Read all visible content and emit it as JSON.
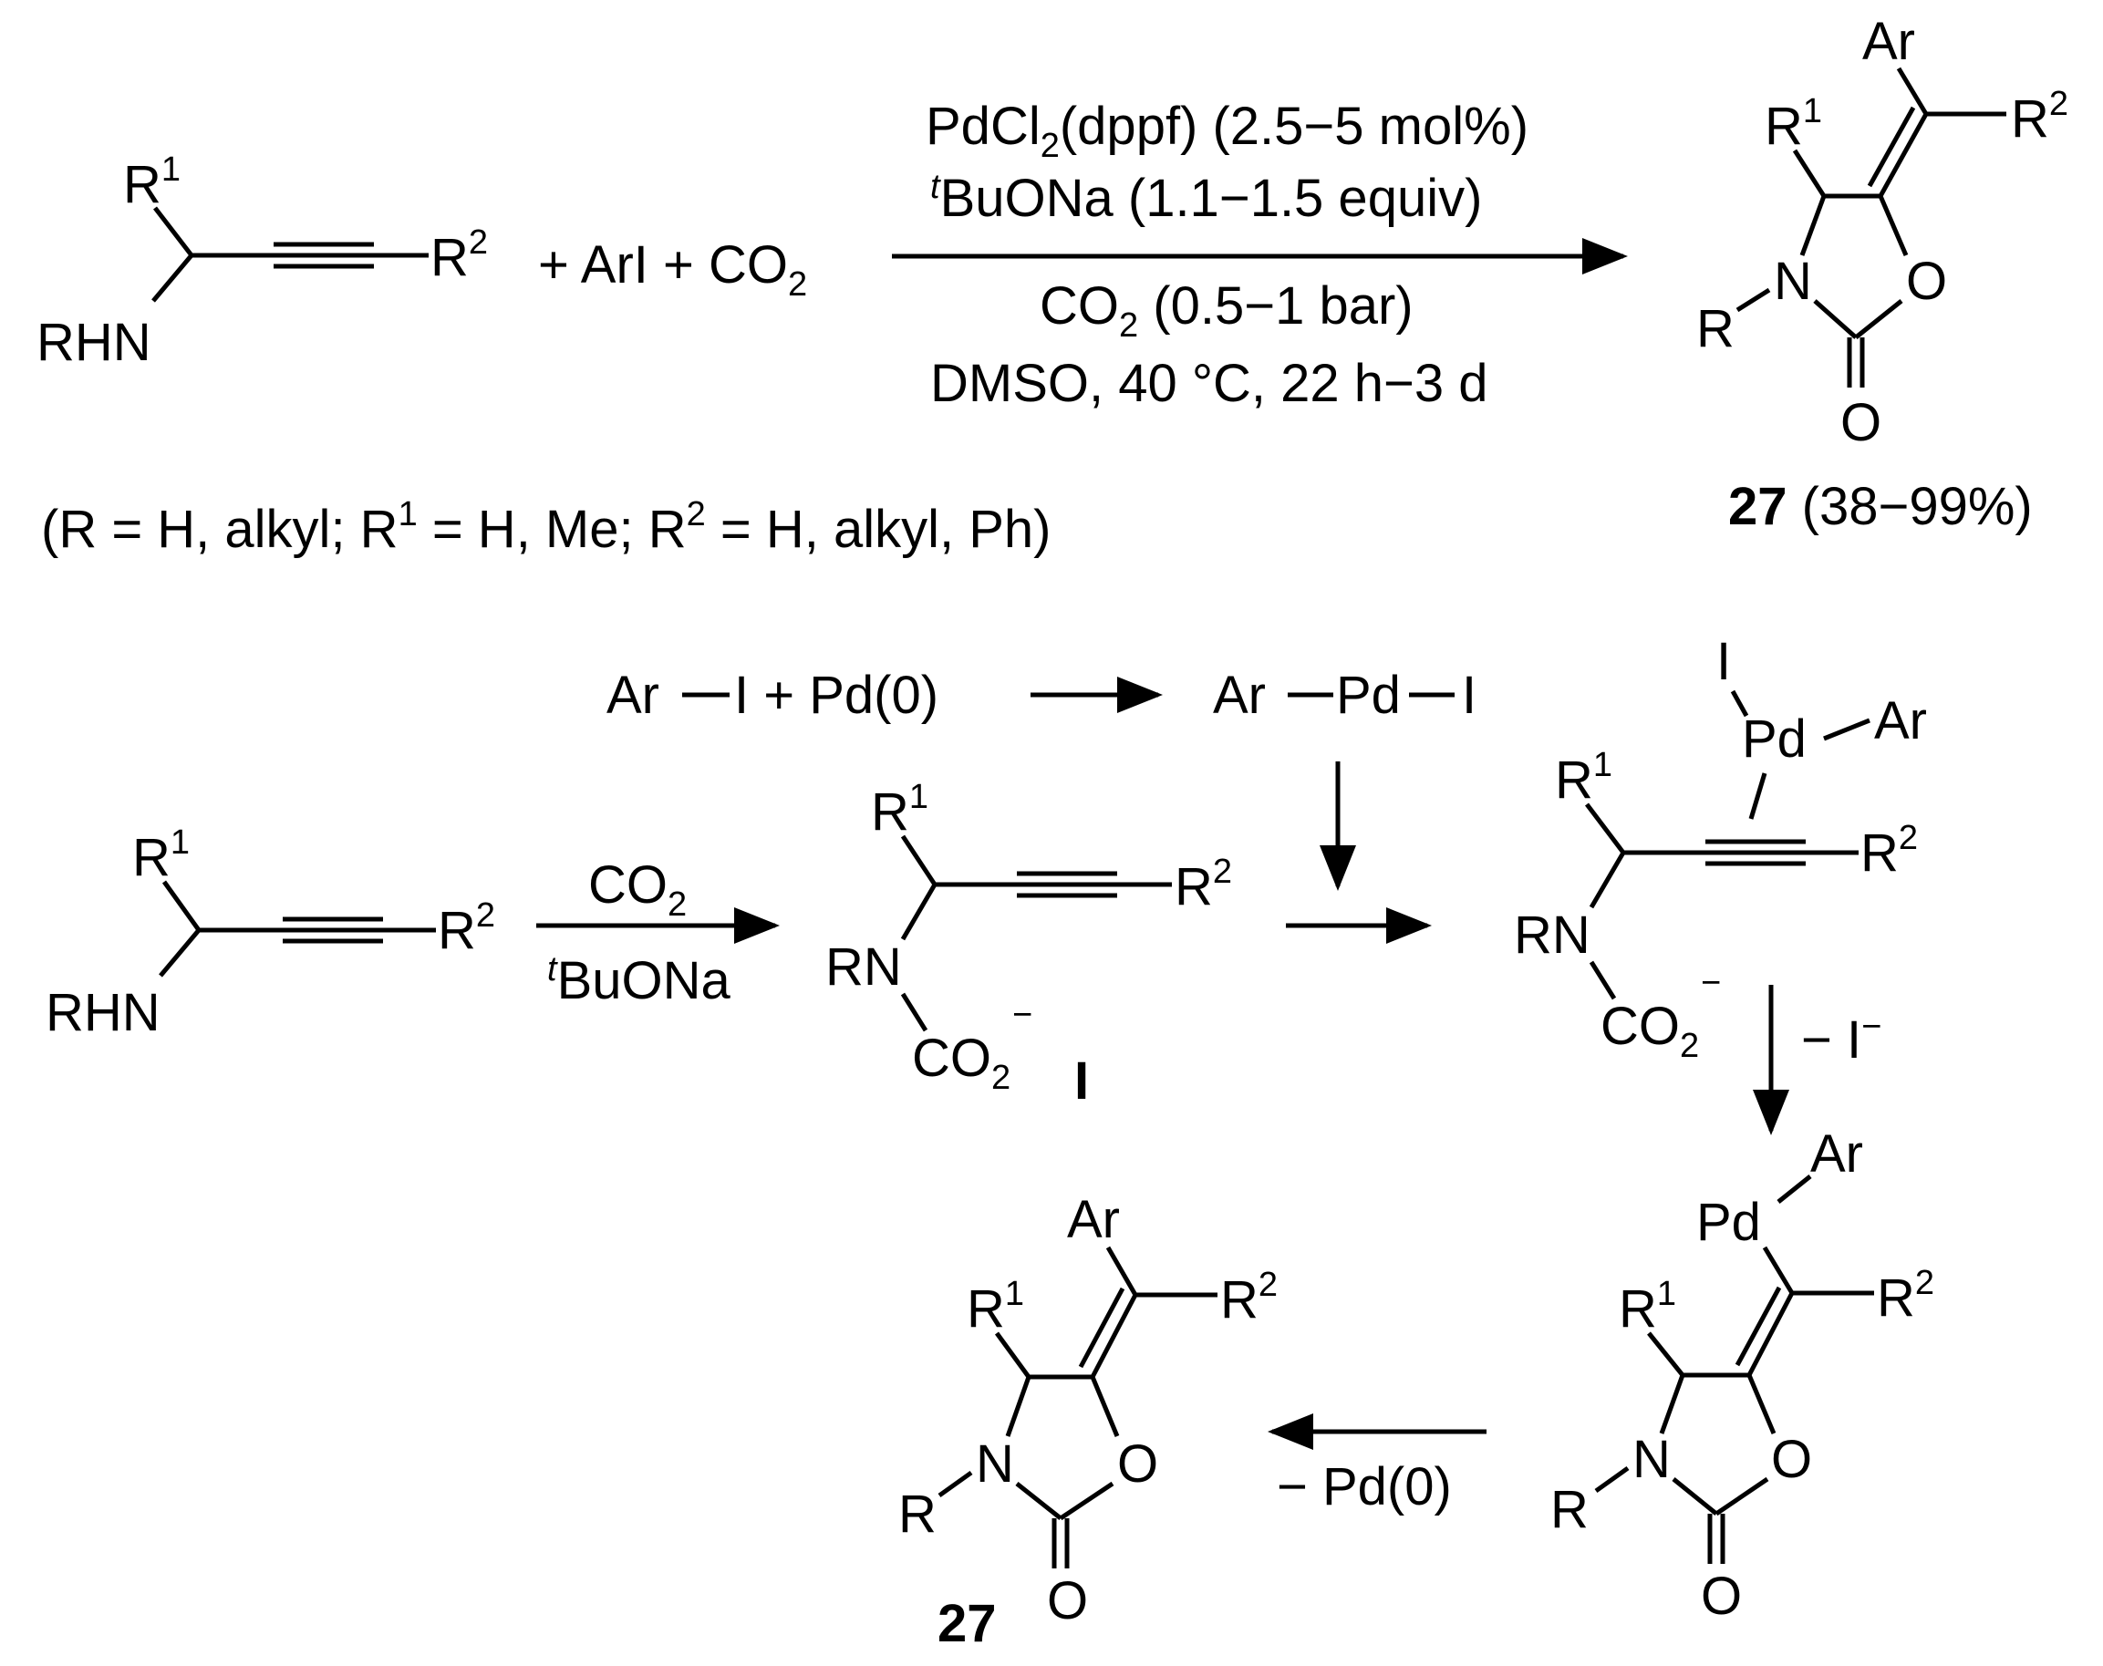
{
  "atoms": {
    "R": "R",
    "R1": "R",
    "R2": "R",
    "sup1": "1",
    "sup2": "2",
    "RHN": "RHN",
    "RN": "RN",
    "N": "N",
    "O": "O",
    "Ar": "Ar",
    "Pd": "Pd",
    "I": "I",
    "CO2": "CO",
    "sub2": "2",
    "minus": "−"
  },
  "reaction": {
    "reagents_top": "+ ArI + CO",
    "cond1_pre": "PdCl",
    "cond1_mid": "(dppf) (2.5−5 mol%)",
    "cond2_sup": "t",
    "cond2": "BuONa (1.1−1.5 equiv)",
    "cond3_pre": "CO",
    "cond3_post": " (0.5−1 bar)",
    "cond4": "DMSO, 40 °C, 22 h−3 d",
    "scope_a": "(R = H, alkyl; R",
    "scope_b": " = H, Me; R",
    "scope_c": " = H, alkyl, Ph)",
    "product_label": "27",
    "product_yield": " (38−99%)"
  },
  "mechanism": {
    "step1_left": "Ar",
    "step1_I": "I",
    "step1_plus": " + Pd(0)",
    "step1_right_ar": "Ar",
    "step1_right_pd": "Pd",
    "step1_right_i": "I",
    "co2_label": "CO",
    "tbuona_sup": "t",
    "tbuona": "BuONa",
    "intermediate_label": "I",
    "minus_iodide": "− I",
    "iodide_charge": "−",
    "minus_pd": "− Pd(0)",
    "final_label": "27"
  }
}
